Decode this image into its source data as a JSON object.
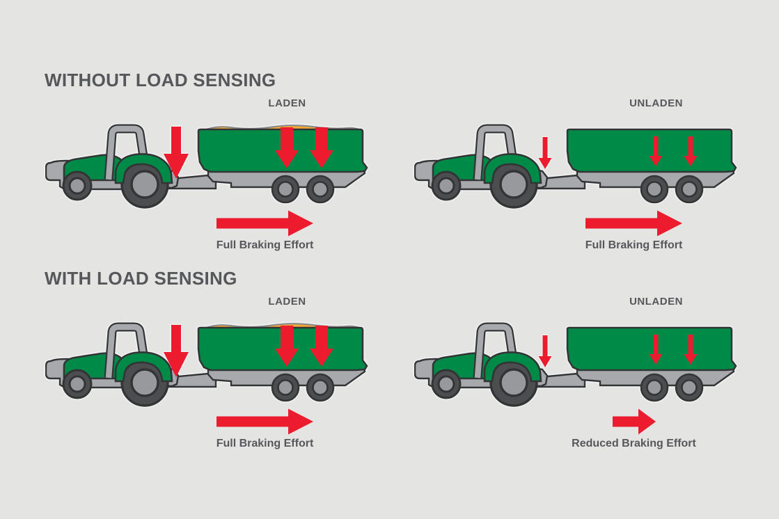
{
  "colors": {
    "background": "#e4e4e3",
    "text": "#56575b",
    "red": "#ec1b2e",
    "green": "#008a47",
    "body_gray": "#a7a9ac",
    "tire_gray": "#4c4d4f",
    "wheel_hub_gray": "#97999c",
    "outline": "#333436",
    "load_yellow": "#f6a834",
    "load_outline": "#8b8b8b"
  },
  "sections": [
    {
      "title": "WITHOUT LOAD SENSING",
      "panels": [
        {
          "condition_label": "LADEN",
          "vehicle_icon": "vehicle-laden",
          "effort_arrow_icon": "arrow-right-full",
          "effort_label": "Full Braking Effort"
        },
        {
          "condition_label": "UNLADEN",
          "vehicle_icon": "vehicle-unladen",
          "effort_arrow_icon": "arrow-right-full",
          "effort_label": "Full Braking Effort"
        }
      ]
    },
    {
      "title": "WITH LOAD SENSING",
      "panels": [
        {
          "condition_label": "LADEN",
          "vehicle_icon": "vehicle-laden",
          "effort_arrow_icon": "arrow-right-full",
          "effort_label": "Full Braking Effort"
        },
        {
          "condition_label": "UNLADEN",
          "vehicle_icon": "vehicle-unladen",
          "effort_arrow_icon": "arrow-right-reduced",
          "effort_label": "Reduced Braking Effort"
        }
      ]
    }
  ]
}
